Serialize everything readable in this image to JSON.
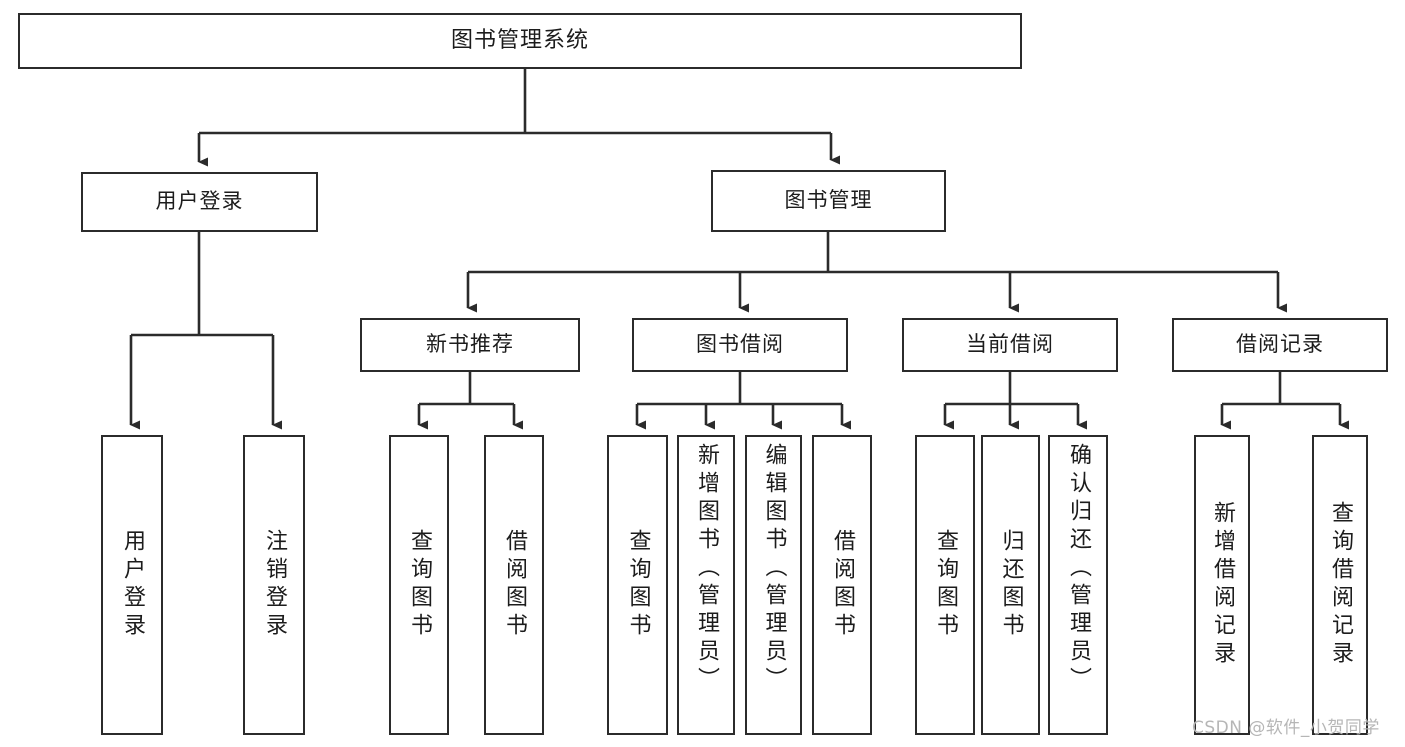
{
  "diagram": {
    "title": "图书管理系统",
    "type": "hierarchy-tree",
    "root": {
      "id": "root",
      "label": "图书管理系统"
    },
    "level2": [
      {
        "id": "login",
        "label": "用户登录"
      },
      {
        "id": "books",
        "label": "图书管理"
      }
    ],
    "level3": [
      {
        "id": "newrec",
        "label": "新书推荐",
        "parent": "books"
      },
      {
        "id": "borrow",
        "label": "图书借阅",
        "parent": "books"
      },
      {
        "id": "current",
        "label": "当前借阅",
        "parent": "books"
      },
      {
        "id": "record",
        "label": "借阅记录",
        "parent": "books"
      }
    ],
    "leaves": [
      {
        "id": "l-login",
        "label": "用户登录",
        "parent": "login"
      },
      {
        "id": "l-logout",
        "label": "注销登录",
        "parent": "login"
      },
      {
        "id": "l-q1",
        "label": "查询图书",
        "parent": "newrec"
      },
      {
        "id": "l-b1",
        "label": "借阅图书",
        "parent": "newrec"
      },
      {
        "id": "l-q2",
        "label": "查询图书",
        "parent": "borrow"
      },
      {
        "id": "l-add",
        "label": "新增图书（管理员）",
        "parent": "borrow"
      },
      {
        "id": "l-edit",
        "label": "编辑图书（管理员）",
        "parent": "borrow"
      },
      {
        "id": "l-b2",
        "label": "借阅图书",
        "parent": "borrow"
      },
      {
        "id": "l-q3",
        "label": "查询图书",
        "parent": "current"
      },
      {
        "id": "l-return",
        "label": "归还图书",
        "parent": "current"
      },
      {
        "id": "l-confirm",
        "label": "确认归还（管理员）",
        "parent": "current"
      },
      {
        "id": "l-addrec",
        "label": "新增借阅记录",
        "parent": "record"
      },
      {
        "id": "l-qrec",
        "label": "查询借阅记录",
        "parent": "record"
      }
    ],
    "colors": {
      "background": "#ffffff",
      "box_border": "#2b2b2b",
      "box_fill": "#ffffff",
      "text": "#1c1c1c",
      "connector": "#2b2b2b",
      "watermark": "#b6b6b6"
    }
  },
  "watermark": {
    "text": "CSDN @软件_小贺同学"
  }
}
